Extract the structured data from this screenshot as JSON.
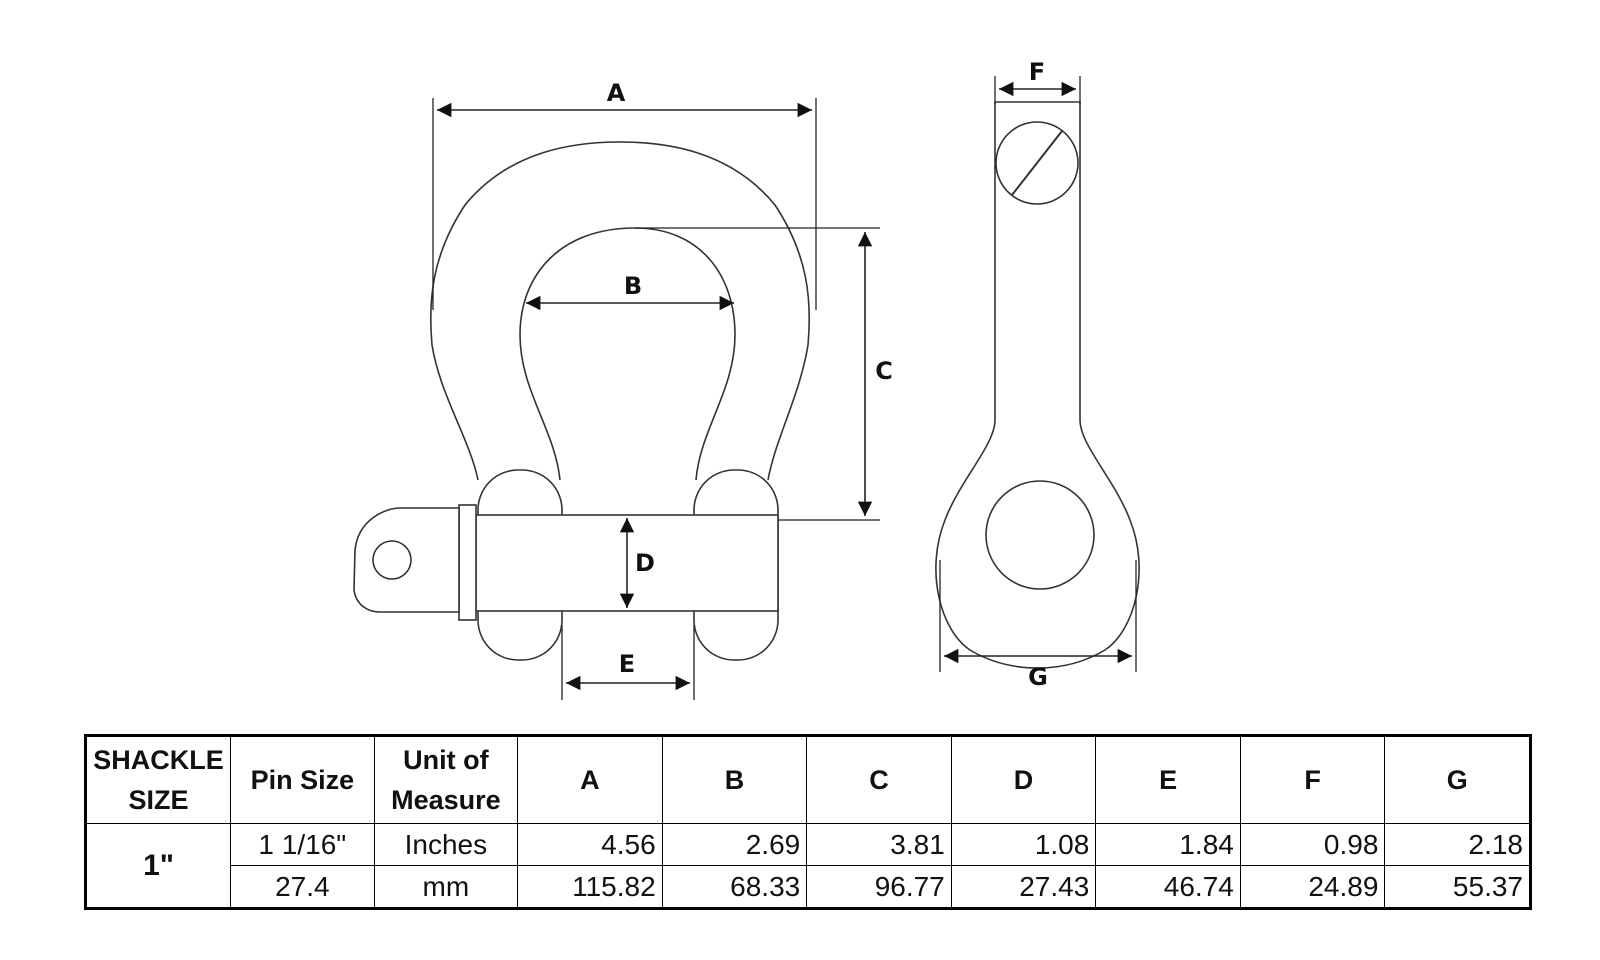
{
  "dimension_labels": {
    "A": "A",
    "B": "B",
    "C": "C",
    "D": "D",
    "E": "E",
    "F": "F",
    "G": "G"
  },
  "table": {
    "headers": {
      "shackle_size_1": "SHACKLE",
      "shackle_size_2": "SIZE",
      "pin_size": "Pin Size",
      "unit_1": "Unit of",
      "unit_2": "Measure",
      "A": "A",
      "B": "B",
      "C": "C",
      "D": "D",
      "E": "E",
      "F": "F",
      "G": "G"
    },
    "shackle_size": "1\"",
    "rows": [
      {
        "pin_size": "1 1/16\"",
        "unit": "Inches",
        "A": "4.56",
        "B": "2.69",
        "C": "3.81",
        "D": "1.08",
        "E": "1.84",
        "F": "0.98",
        "G": "2.18"
      },
      {
        "pin_size": "27.4",
        "unit": "mm",
        "A": "115.82",
        "B": "68.33",
        "C": "96.77",
        "D": "27.43",
        "E": "46.74",
        "F": "24.89",
        "G": "55.37"
      }
    ]
  }
}
